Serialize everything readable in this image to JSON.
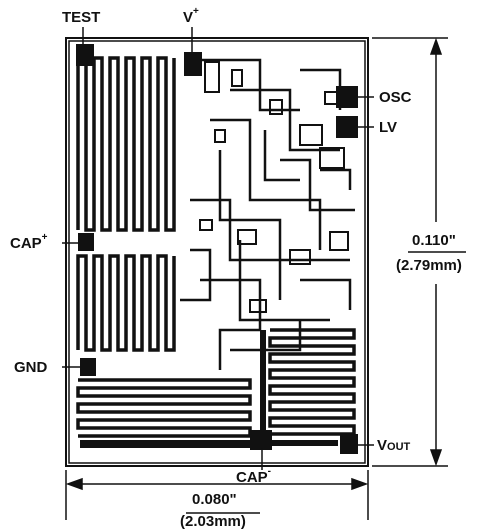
{
  "pins": {
    "test": "TEST",
    "vplus": {
      "base": "V",
      "sup": "+"
    },
    "osc": "OSC",
    "lv": "LV",
    "cap_plus": {
      "base": "CAP",
      "sup": "+"
    },
    "gnd": "GND",
    "vout": {
      "base": "V",
      "sub": "OUT"
    },
    "cap_minus": {
      "base": "CAP",
      "sup": "-"
    }
  },
  "dimensions": {
    "height_in": "0.110\"",
    "height_mm": "(2.79mm)",
    "width_in": "0.080\"",
    "width_mm": "(2.03mm)"
  },
  "colors": {
    "ink": "#111111",
    "paper": "#ffffff"
  }
}
